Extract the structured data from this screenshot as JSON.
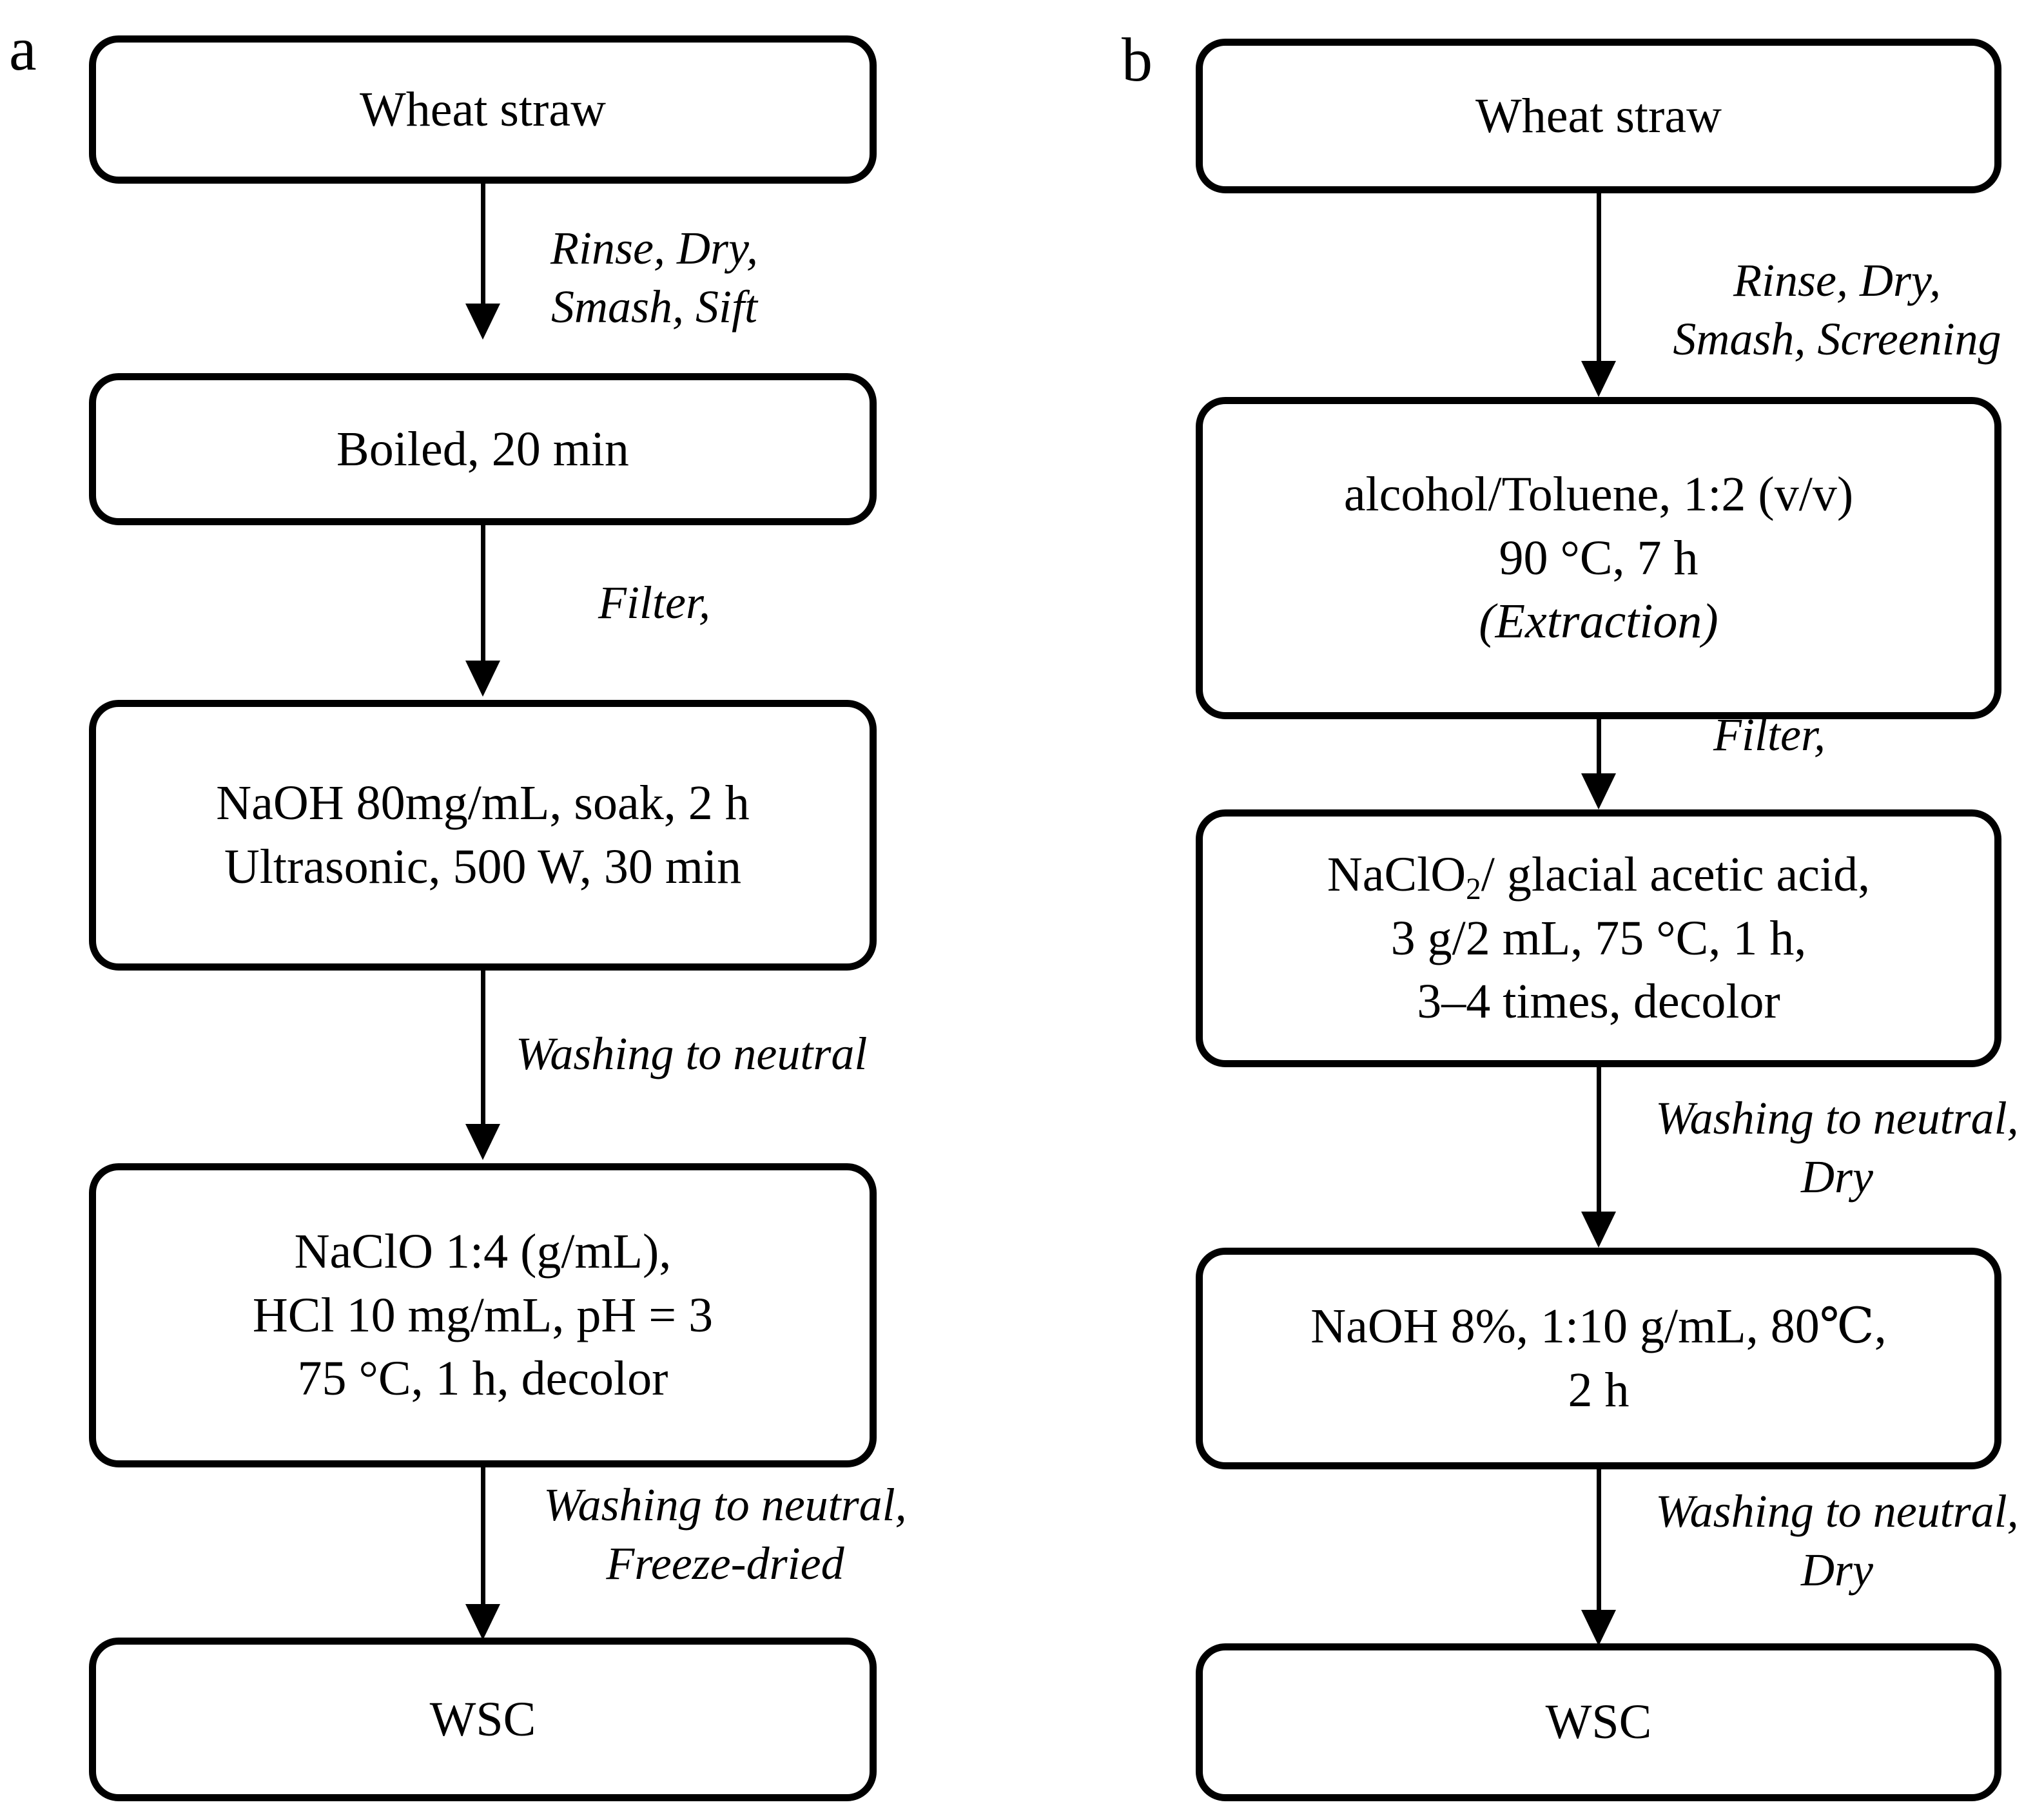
{
  "figure": {
    "type": "process-flow-diagram",
    "panel_count": 2,
    "background_color": "#ffffff",
    "line_color": "#000000"
  },
  "panels": [
    {
      "letter": "a",
      "nodes": [
        {
          "id": "a-n1",
          "lines": [
            "Wheat straw"
          ]
        },
        {
          "id": "a-n2",
          "lines": [
            "Boiled, 20 min"
          ]
        },
        {
          "id": "a-n3",
          "lines": [
            "NaOH 80mg/mL, soak, 2 h",
            "Ultrasonic, 500 W, 30 min"
          ]
        },
        {
          "id": "a-n4",
          "lines": [
            "NaClO 1:4 (g/mL),",
            "HCl 10 mg/mL, pH = 3",
            "75 °C, 1 h, decolor"
          ]
        },
        {
          "id": "a-n5",
          "lines": [
            "WSC"
          ]
        }
      ],
      "edges": [
        {
          "id": "a-e1",
          "lines": [
            "Rinse, Dry,",
            "Smash, Sift"
          ]
        },
        {
          "id": "a-e2",
          "lines": [
            "Filter,"
          ]
        },
        {
          "id": "a-e3",
          "lines": [
            "Washing to neutral"
          ]
        },
        {
          "id": "a-e4",
          "lines": [
            "Washing to neutral,",
            "Freeze-dried"
          ]
        }
      ]
    },
    {
      "letter": "b",
      "nodes": [
        {
          "id": "b-n1",
          "lines": [
            "Wheat straw"
          ]
        },
        {
          "id": "b-n2",
          "lines": [
            "alcohol/Toluene, 1:2 (v/v)",
            "90 °C, 7 h",
            "(Extraction)"
          ]
        },
        {
          "id": "b-n3",
          "lines": [
            "NaClO2/ glacial acetic acid,",
            "3 g/2 mL, 75 °C, 1 h,",
            "3–4 times, decolor"
          ]
        },
        {
          "id": "b-n4",
          "lines": [
            "NaOH 8%, 1:10 g/mL, 80℃,",
            "2 h"
          ]
        },
        {
          "id": "b-n5",
          "lines": [
            "WSC"
          ]
        }
      ],
      "edges": [
        {
          "id": "b-e1",
          "lines": [
            "Rinse, Dry,",
            "Smash, Screening"
          ]
        },
        {
          "id": "b-e2",
          "lines": [
            "Filter,"
          ]
        },
        {
          "id": "b-e3",
          "lines": [
            "Washing to neutral,",
            "Dry"
          ]
        },
        {
          "id": "b-e4",
          "lines": [
            "Washing to neutral,",
            "Dry"
          ]
        }
      ]
    }
  ]
}
